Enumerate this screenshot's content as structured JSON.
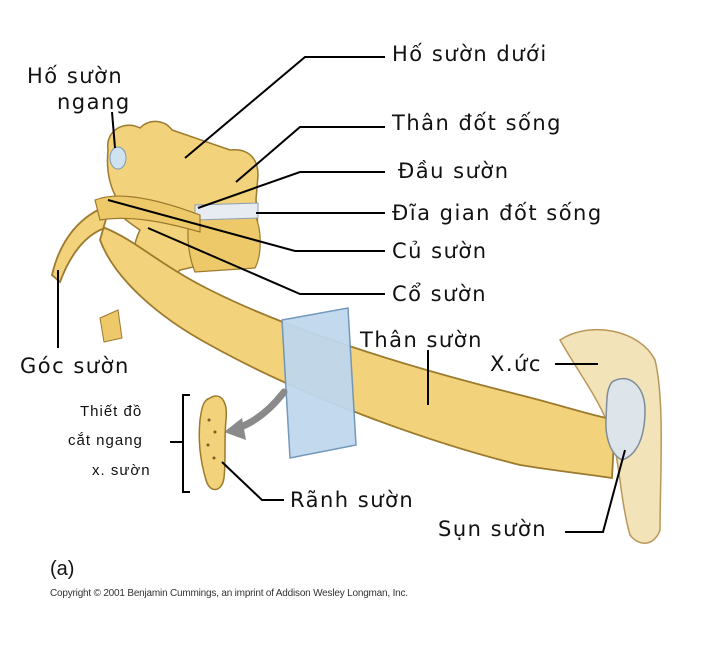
{
  "diagram": {
    "labels": {
      "ho_suon_ngang_line1": "Hố sườn",
      "ho_suon_ngang_line2": "ngang",
      "ho_suon_duoi": "Hố sườn dưới",
      "than_dot_song": "Thân đốt sống",
      "dau_suon": "Đầu sườn",
      "dia_gian_dot_song": "Đĩa gian đốt sống",
      "cu_suon": "Củ sườn",
      "co_suon": "Cổ sườn",
      "goc_suon": "Góc sườn",
      "than_suon": "Thân sườn",
      "x_uc": "X.ức",
      "thiet_do_line1": "Thiết đồ",
      "thiet_do_line2": "cắt ngang",
      "thiet_do_line3": "x. sườn",
      "ranh_suon": "Rãnh sườn",
      "sun_suon": "Sụn sườn"
    },
    "panel_label": "(a)",
    "copyright": "Copyright © 2001 Benjamin Cummings, an imprint of Addison Wesley Longman, Inc.",
    "colors": {
      "bone": "#F2D27A",
      "bone_shadow": "#C9A24A",
      "cartilage": "#DDE4EA",
      "plane": "#BFD8EE",
      "arrow": "#8A8A8A",
      "leader": "#000000"
    }
  }
}
